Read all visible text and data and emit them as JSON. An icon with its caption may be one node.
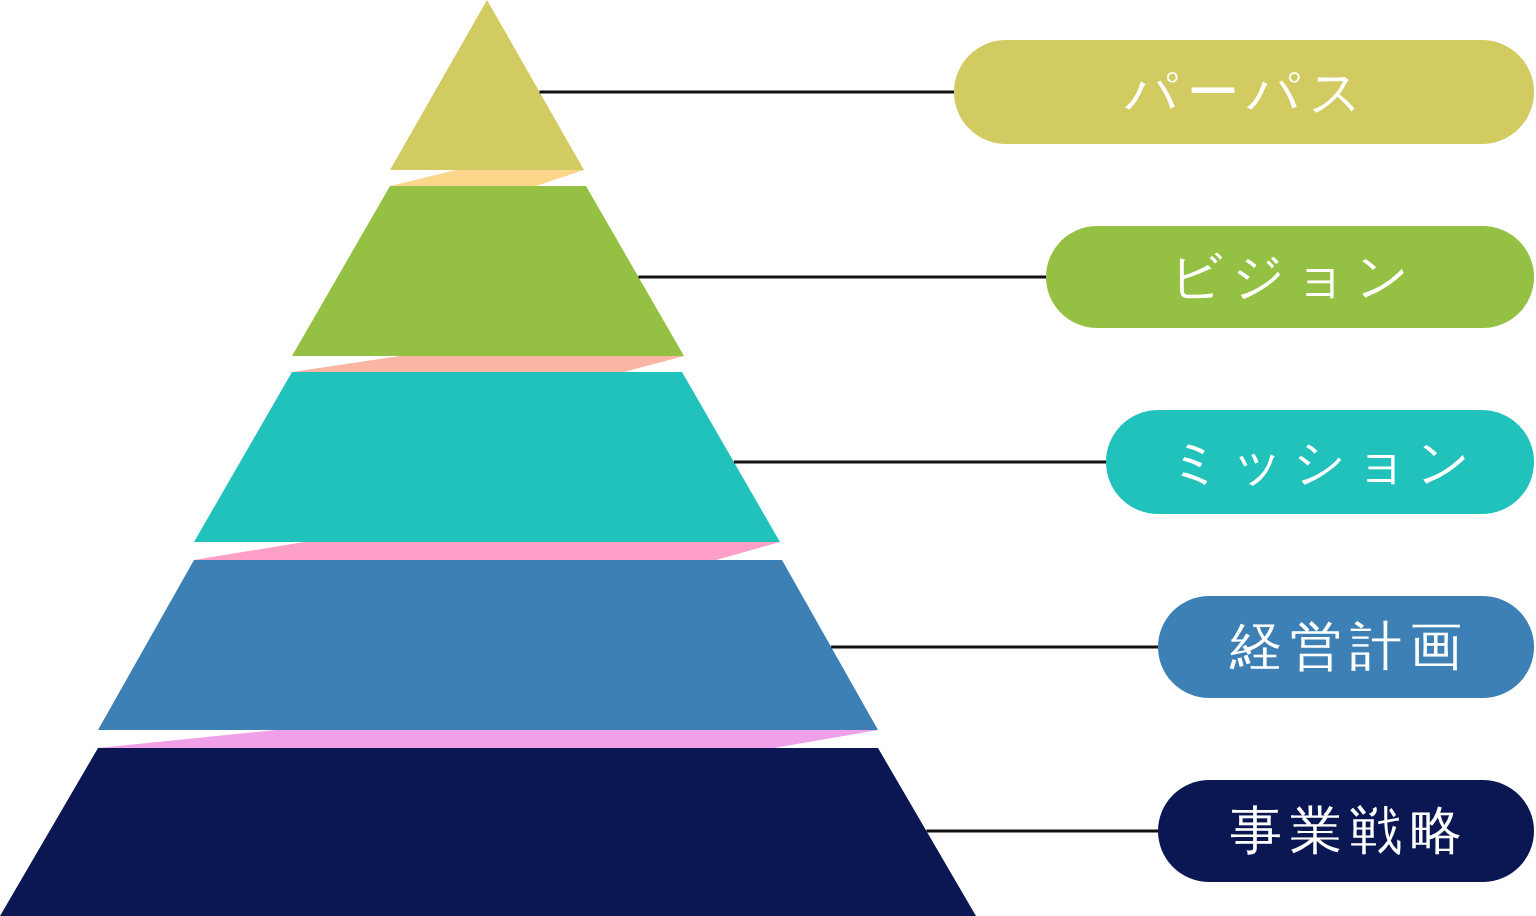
{
  "diagram": {
    "nodes": [
      {
        "text": [],
        "shape": "triangle"
      },
      {
        "text": [],
        "shape": "trapezoid"
      },
      {
        "text": [],
        "shape": "trapezoid"
      },
      {
        "text": [],
        "shape": "trapezoid"
      },
      {
        "text": [],
        "shape": "trapezoid"
      },
      {
        "text": [
          "パーパス"
        ]
      },
      {
        "text": [
          "ビジョン"
        ]
      },
      {
        "text": [
          "ミッション"
        ]
      },
      {
        "text": [
          "経営計画"
        ]
      },
      {
        "text": [
          "事業戦略"
        ]
      }
    ],
    "edges": [
      {
        "from": 0,
        "to": 5,
        "arrow": "none"
      },
      {
        "from": 1,
        "to": 6,
        "arrow": "none"
      },
      {
        "from": 2,
        "to": 7,
        "arrow": "none"
      },
      {
        "from": 3,
        "to": 8,
        "arrow": "none"
      },
      {
        "from": 4,
        "to": 9,
        "arrow": "none"
      }
    ]
  }
}
